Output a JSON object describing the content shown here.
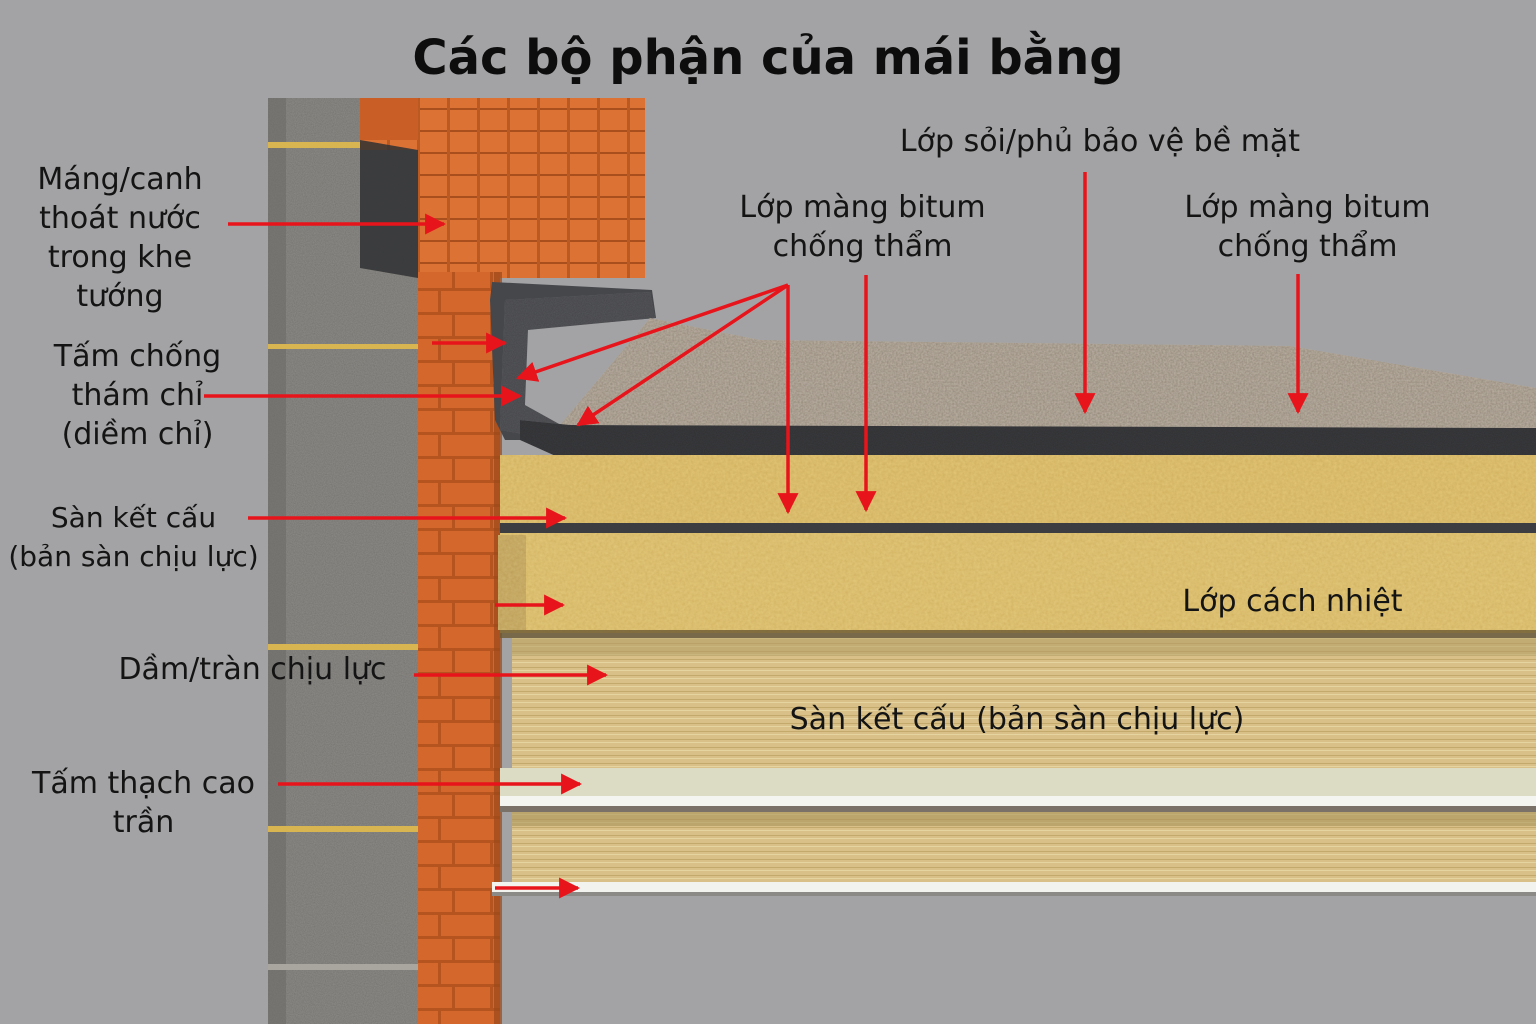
{
  "title": "Các bộ phận của mái bằng",
  "labels": {
    "gutter": "Máng/canh\nthoát nước\ntrong khe\ntướng",
    "flashing": "Tấm chống\nthám chỉ\n(diềm chỉ)",
    "deck_left": "Sàn kết cấu\n(bản sàn chịu lực)",
    "joist": "Dầm/tràn chịu lực",
    "plaster": "Tấm thạch cao\ntrần",
    "membrane_1": "Lớp màng bitum\nchống thẩm",
    "gravel": "Lớp sỏi/phủ bảo vệ bề mặt",
    "membrane_2": "Lớp màng bitum\nchống thẩm",
    "insulation": "Lớp cách nhiệt",
    "deck_main": "Sàn kết cấu (bản sàn chịu lực)"
  },
  "colors": {
    "background": "#a3a3a5",
    "arrow": "#e8141b",
    "brick": "#d66a2e",
    "block": "#8d8b87",
    "gravel": "#b8aea0",
    "bitumen": "#3c3d40",
    "insulation": "#e3c778",
    "timber": "#d9c28a",
    "plaster": "#eeeeea"
  }
}
